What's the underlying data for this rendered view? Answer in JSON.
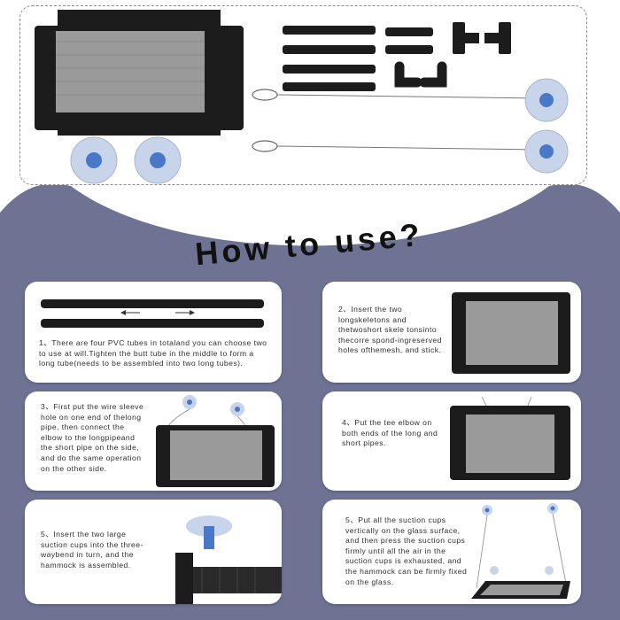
{
  "title": "How to use?",
  "colors": {
    "background_band": "#6e7394",
    "card": "#ffffff",
    "title": "#111111",
    "part_black": "#1c1c1c",
    "mesh": "#9a9a9a",
    "suction_cup": "#c8d4ea",
    "suction_center": "#4a78c8"
  },
  "steps": [
    {
      "text": "1、There are four PVC tubes in totaland you can choose two to use at will.Tighten the butt tube in the middle to form a long tube(needs to be assembled into two long tubes)."
    },
    {
      "text": "2、Insert the two longskeletons and thetwoshort skele tonsinto thecorre spond-ingreserved holes ofthemesh, and stick."
    },
    {
      "text": "3、First put the wire sleeve hole on one end of thelong pipe, then connect the elbow to the longpipeand the short pipe on the side, and do the same operation on the other side."
    },
    {
      "text": "4、Put the tee elbow on both ends of the long and short pipes."
    },
    {
      "text": "5、Insert the two large suction cups into the three-waybend in turn, and the hammock is assembled."
    },
    {
      "text": "5、Put all the suction cups vertically on the glass surface, and then press the suction cups firmly until all the air in the suction cups is exhausted, and the hammock can be firmly fixed on the glass."
    }
  ]
}
